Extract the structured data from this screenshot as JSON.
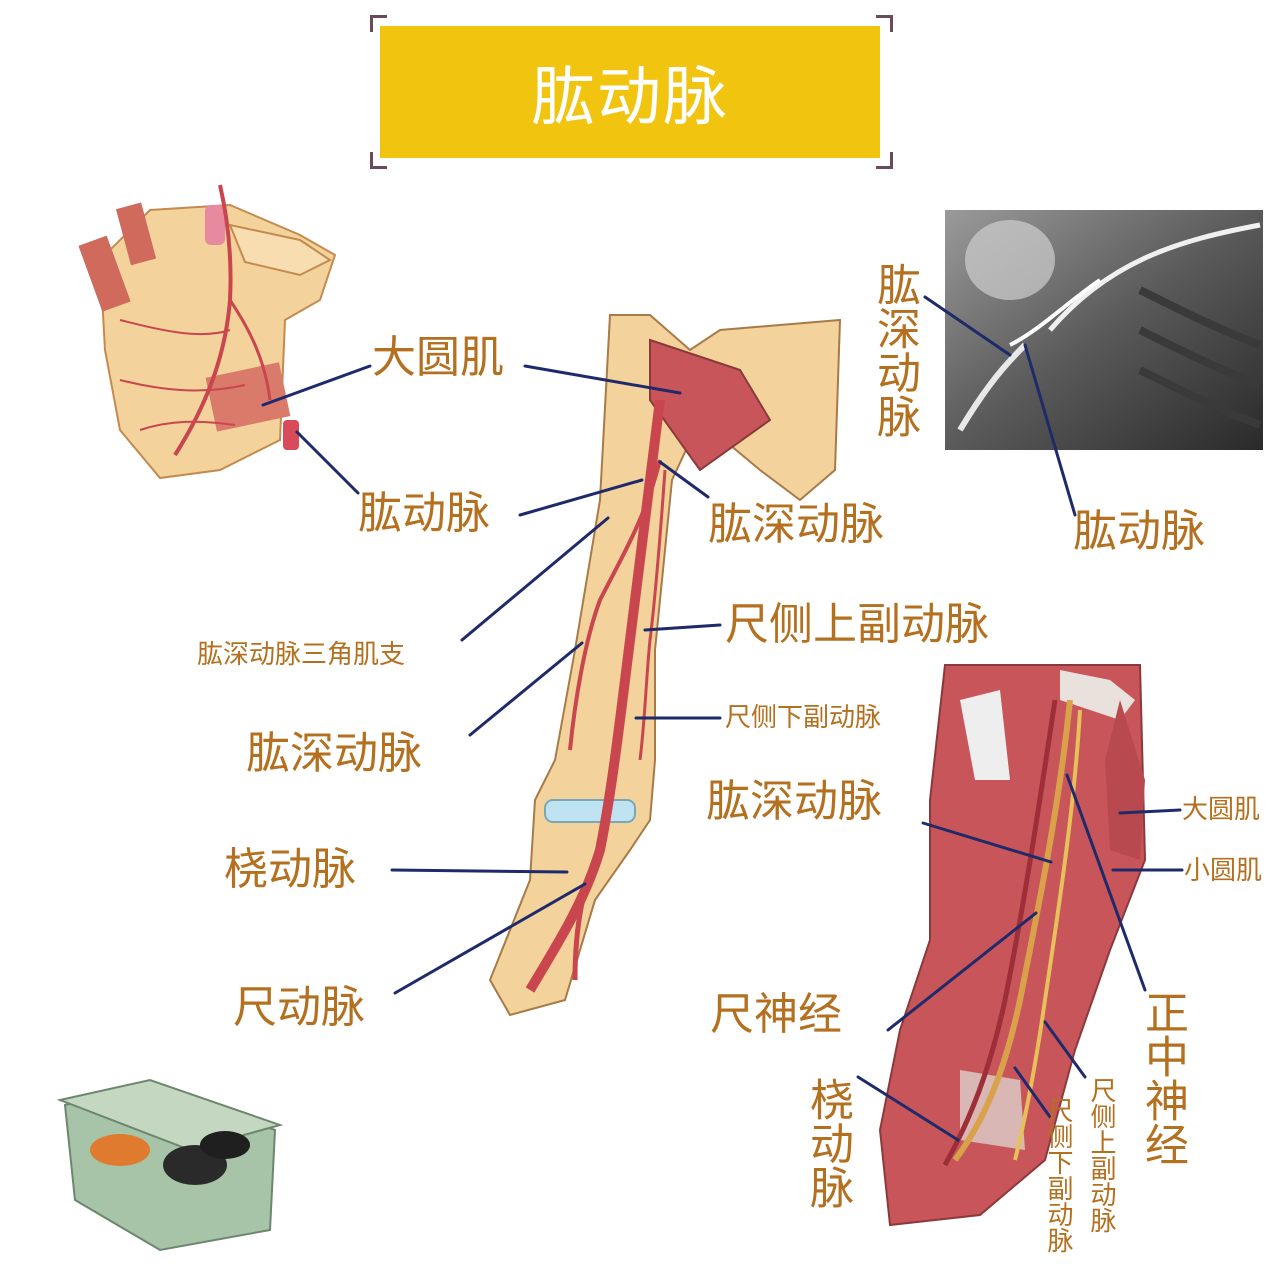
{
  "title": "肱动脉",
  "colors": {
    "title_bg": "#f1c40f",
    "title_text": "#ffffff",
    "label_text": "#b5701f",
    "leader_line": "#1f2a6b",
    "artery": "#c9464f",
    "bone": "#f3d39b",
    "muscle": "#c8555a"
  },
  "labels": {
    "teres_major_1": "大圆肌",
    "brachial_1": "肱动脉",
    "deep_brachial_1": "肱深动脉",
    "deep_brachial_vertical": "肱深动脉",
    "brachial_xray": "肱动脉",
    "deltoid_branch": "肱深动脉三角肌支",
    "superior_ulnar_collateral": "尺侧上副动脉",
    "inferior_ulnar_collateral": "尺侧下副动脉",
    "deep_brachial_2": "肱深动脉",
    "deep_brachial_3": "肱深动脉",
    "radial_artery": "桡动脉",
    "ulnar_artery": "尺动脉",
    "teres_major_2": "大圆肌",
    "teres_minor": "小圆肌",
    "ulnar_nerve": "尺神经",
    "median_nerve_vertical": "正中神经",
    "radial_artery_vertical": "桡动脉",
    "inferior_ulnar_collateral_vertical": "尺侧下副动脉",
    "superior_ulnar_collateral_vertical": "尺侧上副动脉"
  },
  "icons": [
    "scapula-illustration",
    "arm-artery-illustration",
    "xray-image",
    "muscle-illustration",
    "storage-box-icon"
  ]
}
